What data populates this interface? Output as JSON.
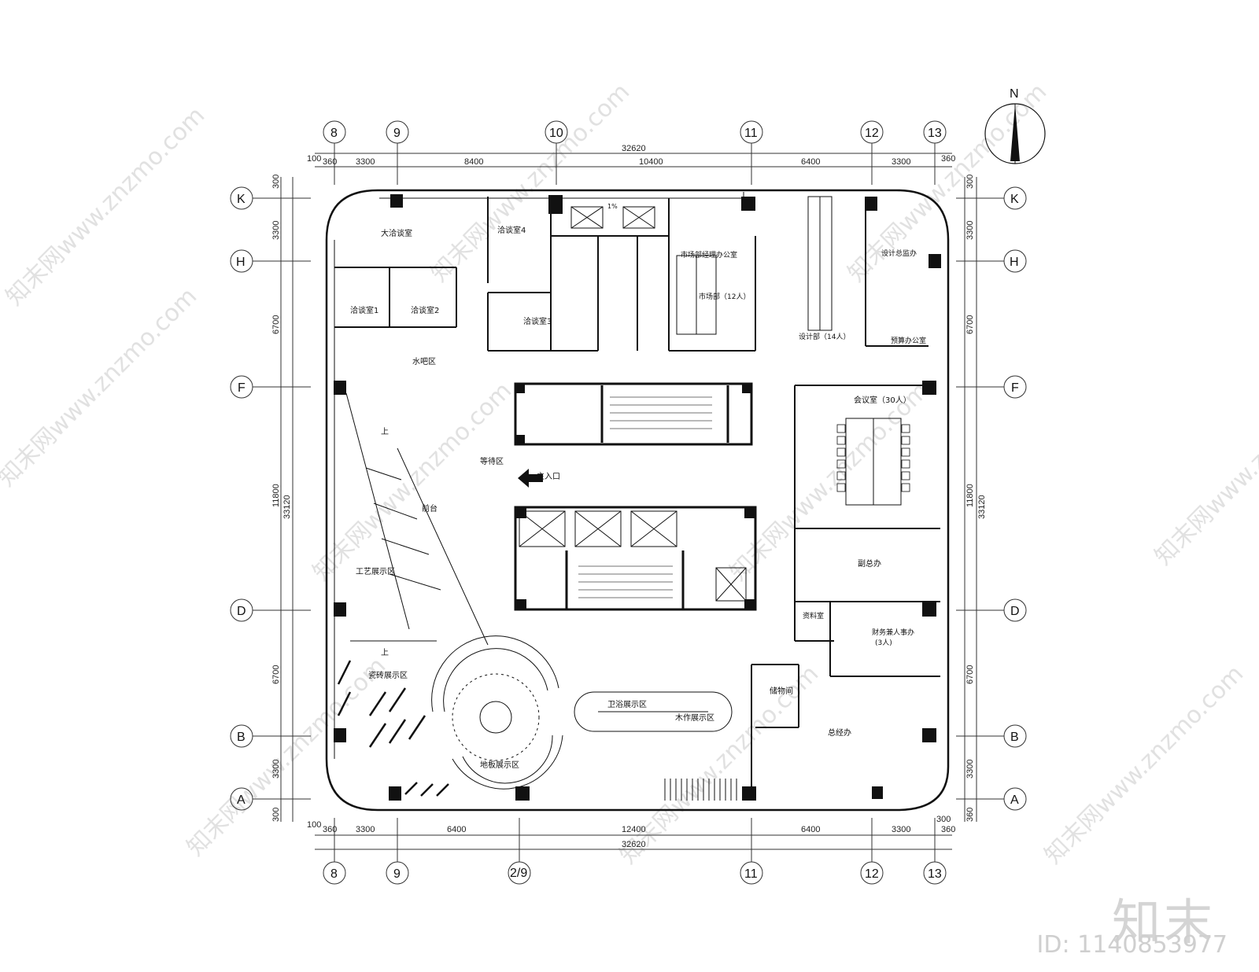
{
  "north": "N",
  "axes_top": [
    "8",
    "9",
    "10",
    "11",
    "12",
    "13"
  ],
  "axes_bottom": [
    "8",
    "9",
    "2/9",
    "11",
    "12",
    "13"
  ],
  "axes_left": [
    "K",
    "H",
    "F",
    "D",
    "B",
    "A"
  ],
  "axes_right": [
    "K",
    "H",
    "F",
    "D",
    "B",
    "A"
  ],
  "dims_top": [
    "100",
    "360",
    "3300",
    "8400",
    "10400",
    "6400",
    "3300",
    "360"
  ],
  "dims_top_total": "32620",
  "dims_bottom": [
    "100",
    "360",
    "3300",
    "6400",
    "12400",
    "6400",
    "3300",
    "360",
    "300"
  ],
  "dims_bottom_total": "32620",
  "dims_left": [
    "300",
    "3300",
    "6700",
    "11800",
    "6700",
    "3300",
    "300"
  ],
  "dims_left_total": "33120",
  "dims_right": [
    "300",
    "3300",
    "6700",
    "11800",
    "6700",
    "3300",
    "360"
  ],
  "dims_right_total": "33120",
  "rooms": {
    "big_meeting": "大洽谈室",
    "meet4": "洽谈室4",
    "meet1": "洽谈室1",
    "meet2": "洽谈室2",
    "meet3": "洽谈室3",
    "market_mgr": "市场部经理办公室",
    "market": "市场部（12人）",
    "design": "设计部（14人）",
    "design_director": "设计总监办",
    "budget": "预算办公室",
    "water_bar": "水吧区",
    "waiting": "等待区",
    "entrance": "主入口",
    "front_desk": "前台",
    "craft": "工艺展示区",
    "tile": "瓷砖展示区",
    "floor": "地板展示区",
    "bath": "卫浴展示区",
    "wood": "木作展示区",
    "storage": "储物间",
    "archive": "资料室",
    "deputy": "副总办",
    "finance": "财务兼人事办",
    "finance_count": "(3人)",
    "gm": "总经办",
    "conference": "会议室（30人）",
    "up1": "上",
    "up2": "上",
    "slope": "1%"
  },
  "watermark": "知末网www.znzmo.com",
  "brand": "知末",
  "image_id": "ID: 1140853977"
}
